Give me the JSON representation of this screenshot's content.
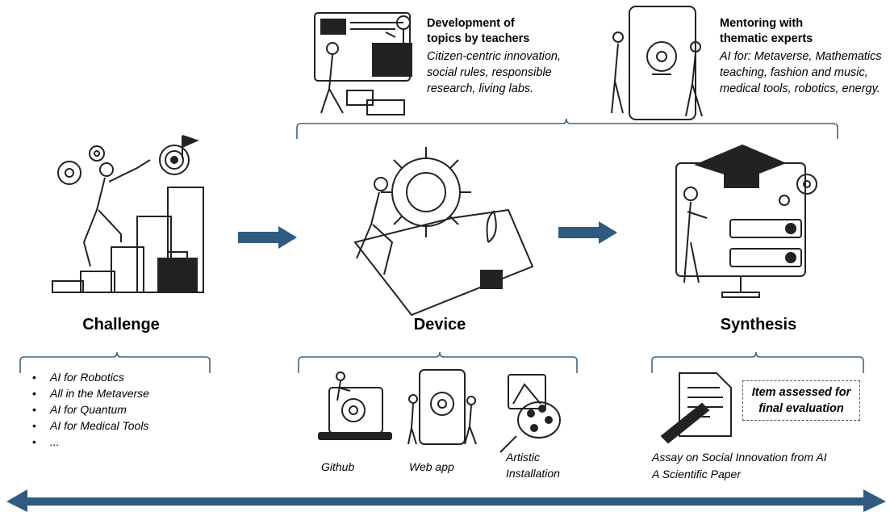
{
  "top": {
    "teachers": {
      "title": "Development of topics by teachers",
      "body": "Citizen-centric innovation, social rules, responsible research, living labs."
    },
    "experts": {
      "title": "Mentoring with thematic experts",
      "body": "AI for: Metaverse, Mathematics teaching, fashion and music, medical tools, robotics, energy."
    }
  },
  "stages": {
    "challenge": "Challenge",
    "device": "Device",
    "synthesis": "Synthesis"
  },
  "challenge_items": [
    "AI for Robotics",
    "All in the Metaverse",
    "AI for Quantum",
    "AI for Medical Tools",
    "..."
  ],
  "device_outputs": [
    "Github",
    "Web app",
    "Artistic Installation"
  ],
  "synthesis": {
    "box": "Item assessed for final evaluation",
    "caption_line1": "Assay on Social Innovation from AI",
    "caption_line2": "A Scientific Paper"
  },
  "colors": {
    "brace": "#3a6786",
    "arrow": "#3a6786",
    "arrow_fill": "#2e5b7f"
  }
}
